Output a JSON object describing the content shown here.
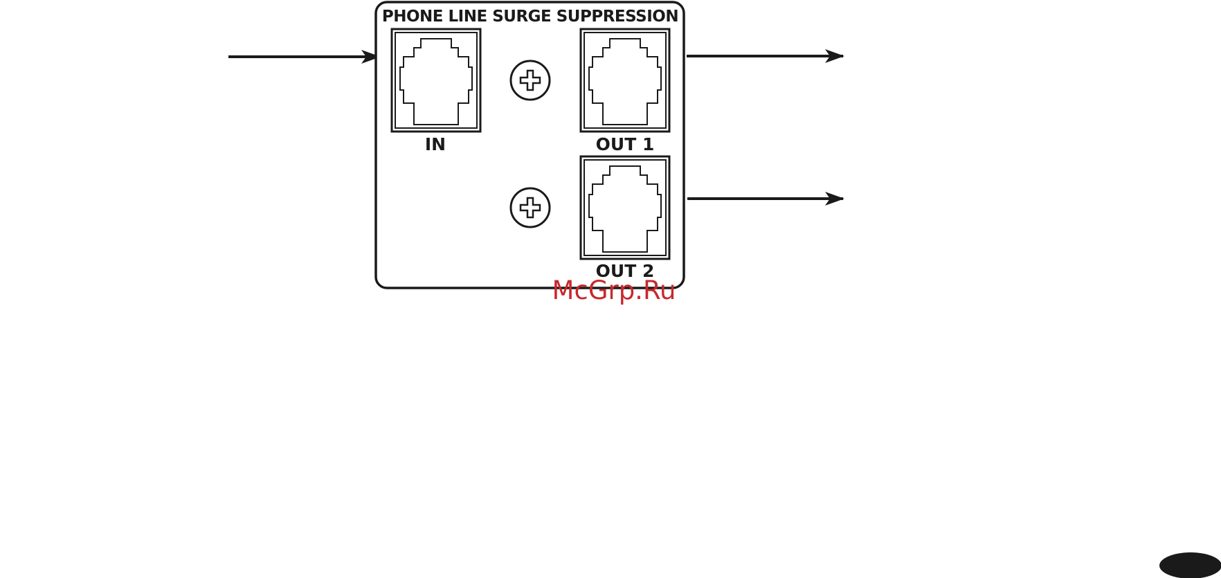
{
  "panel": {
    "title": "PHONE LINE SURGE SUPPRESSION"
  },
  "ports": [
    {
      "id": "in",
      "label": "IN"
    },
    {
      "id": "out1",
      "label": "OUT 1"
    },
    {
      "id": "out2",
      "label": "OUT 2"
    }
  ],
  "connections": [
    {
      "from": "phone-line",
      "to": "in",
      "direction": "inbound"
    },
    {
      "from": "out1",
      "to": "device-1",
      "direction": "outbound"
    },
    {
      "from": "out2",
      "to": "device-2",
      "direction": "outbound"
    }
  ],
  "screws": 2,
  "watermark": "McGrp.Ru",
  "colors": {
    "line": "#1a1a1a",
    "background": "#ffffff",
    "watermark": "#c8282c"
  }
}
